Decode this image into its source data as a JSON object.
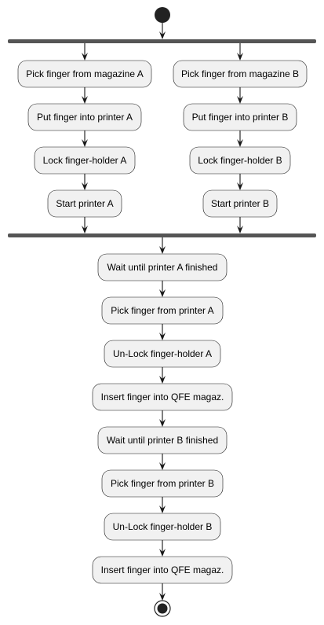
{
  "diagram": {
    "type": "activity",
    "branch_a": {
      "steps": [
        "Pick finger from magazine A",
        "Put finger into printer A",
        "Lock finger-holder A",
        "Start printer A"
      ]
    },
    "branch_b": {
      "steps": [
        "Pick finger from magazine B",
        "Put finger into printer B",
        "Lock finger-holder B",
        "Start printer B"
      ]
    },
    "sequence": [
      "Wait until printer A finished",
      "Pick finger from printer A",
      "Un-Lock finger-holder A",
      "Insert finger into QFE magaz.",
      "Wait until printer B finished",
      "Pick finger from printer B",
      "Un-Lock finger-holder B",
      "Insert finger into QFE magaz."
    ],
    "colors": {
      "node_fill": "#f1f1f1",
      "stroke": "#181818",
      "bar": "#555555"
    }
  }
}
